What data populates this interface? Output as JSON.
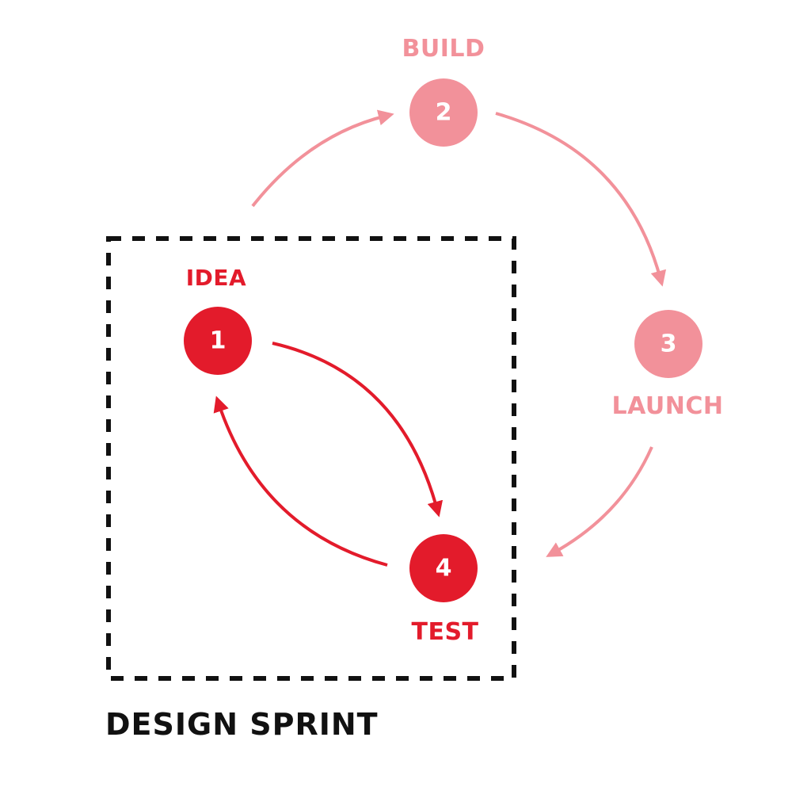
{
  "diagram": {
    "colors": {
      "primary": "#e31b2b",
      "light": "#f2919a",
      "frame": "#111111",
      "label_text_on_node": "#ffffff"
    },
    "nodes": [
      {
        "id": "idea",
        "number": "1",
        "label": "IDEA",
        "color": "#e31b2b"
      },
      {
        "id": "build",
        "number": "2",
        "label": "BUILD",
        "color": "#f2919a"
      },
      {
        "id": "launch",
        "number": "3",
        "label": "LAUNCH",
        "color": "#f2919a"
      },
      {
        "id": "test",
        "number": "4",
        "label": "TEST",
        "color": "#e31b2b"
      }
    ],
    "edges": [
      {
        "from": "idea",
        "to": "build"
      },
      {
        "from": "build",
        "to": "launch"
      },
      {
        "from": "launch",
        "to": "test"
      },
      {
        "from": "idea",
        "to": "test"
      },
      {
        "from": "test",
        "to": "idea"
      }
    ],
    "group": {
      "label": "DESIGN SPRINT",
      "members": [
        "idea",
        "test"
      ],
      "style": "dashed"
    }
  }
}
